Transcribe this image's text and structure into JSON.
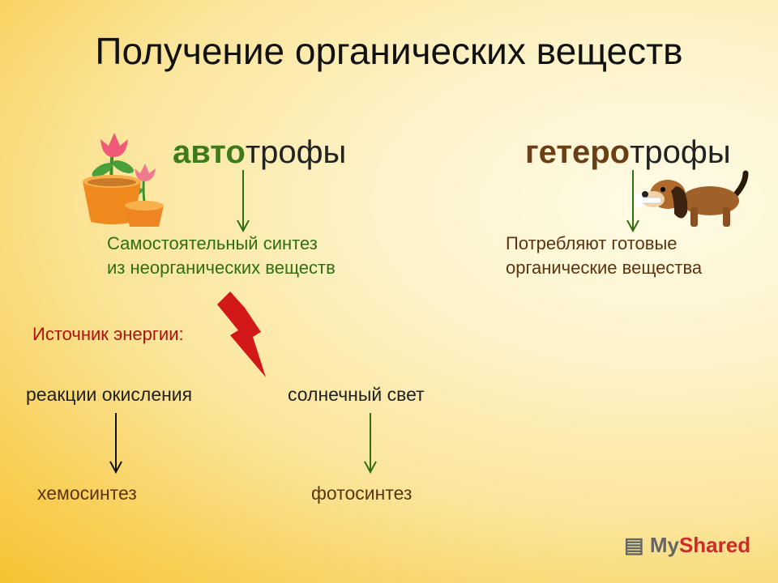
{
  "title": "Получение органических веществ",
  "autotrophs": {
    "prefix": "авто",
    "suffix": "трофы",
    "description": [
      "Самостоятельный синтез",
      "из неорганических веществ"
    ]
  },
  "heterotrophs": {
    "prefix": "гетеро",
    "suffix": "трофы",
    "description": [
      "Потребляют готовые",
      "органические вещества"
    ]
  },
  "energy_label": "Источник энергии:",
  "sources": [
    {
      "name": "реакции окисления",
      "result": "хемосинтез"
    },
    {
      "name": "солнечный свет",
      "result": "фотосинтез"
    }
  ],
  "logo": {
    "part1": "My",
    "part2": "Shared"
  },
  "colors": {
    "green": "#2f6e12",
    "brown": "#5b3410",
    "red": "#b01010"
  },
  "icons": [
    "flower-pots-icon",
    "dog-with-bone-icon",
    "lightning-bolt-icon"
  ]
}
